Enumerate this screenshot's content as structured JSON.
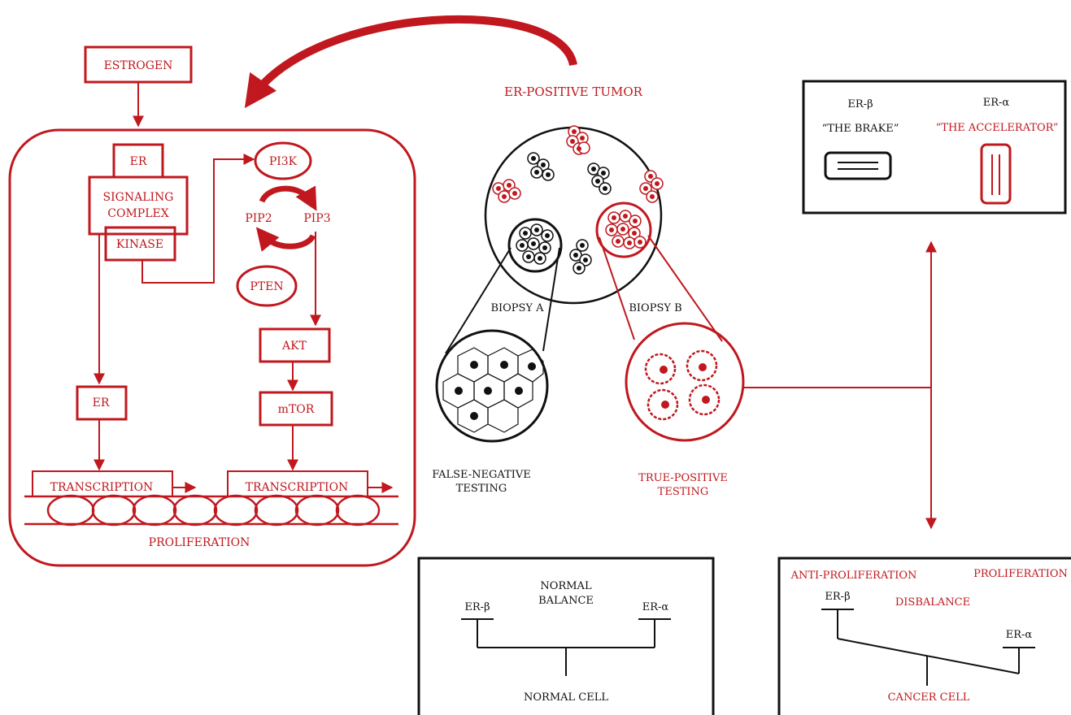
{
  "colors": {
    "red": "#c0181e",
    "black": "#111111",
    "background": "#ffffff"
  },
  "pathway": {
    "estrogen": "ESTROGEN",
    "er_top": "ER",
    "signaling_line1": "SIGNALING",
    "signaling_line2": "COMPLEX",
    "kinase": "KINASE",
    "pi3k": "PI3K",
    "pip2": "PIP2",
    "pip3": "PIP3",
    "pten": "PTEN",
    "akt": "AKT",
    "mtor": "mTOR",
    "er_bottom": "ER",
    "transcription_left": "TRANSCRIPTION",
    "transcription_right": "TRANSCRIPTION",
    "proliferation": "PROLIFERATION"
  },
  "tumor": {
    "title": "ER-POSITIVE TUMOR",
    "biopsy_a": "BIOPSY A",
    "biopsy_b": "BIOPSY B",
    "false_negative_line1": "FALSE-NEGATIVE",
    "false_negative_line2": "TESTING",
    "true_positive_line1": "TRUE-POSITIVE",
    "true_positive_line2": "TESTING"
  },
  "receptors": {
    "er_beta": "ER-β",
    "brake": "“THE BRAKE”",
    "er_alpha": "ER-α",
    "accelerator": "“THE ACCELERATOR”"
  },
  "normal_cell": {
    "balance_line1": "NORMAL",
    "balance_line2": "BALANCE",
    "er_beta": "ER-β",
    "er_alpha": "ER-α",
    "label": "NORMAL CELL"
  },
  "cancer_cell": {
    "anti_proliferation": "ANTI-PROLIFERATION",
    "proliferation": "PROLIFERATION",
    "disbalance": "DISBALANCE",
    "er_beta": "ER-β",
    "er_alpha": "ER-α",
    "label": "CANCER CELL"
  }
}
